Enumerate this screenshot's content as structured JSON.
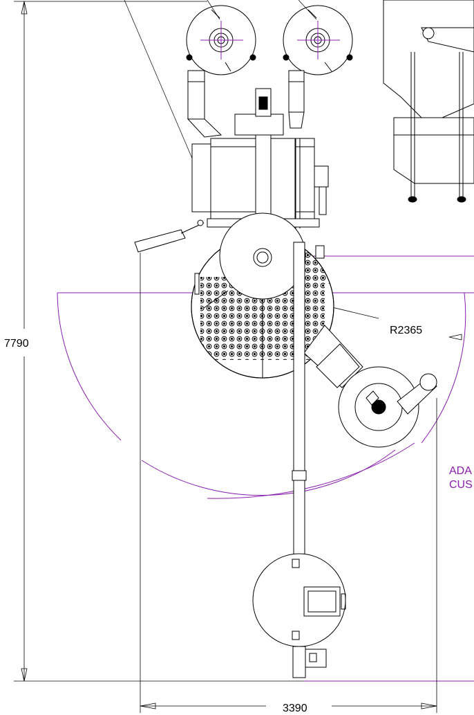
{
  "dimensions": {
    "height_label": "7790",
    "width_label": "3390",
    "radius_label": "R2365"
  },
  "note": {
    "line1": "ADA",
    "line2": "CUS"
  },
  "colors": {
    "line": "#000000",
    "annotation": "#8a1cb0",
    "background": "#ffffff"
  }
}
